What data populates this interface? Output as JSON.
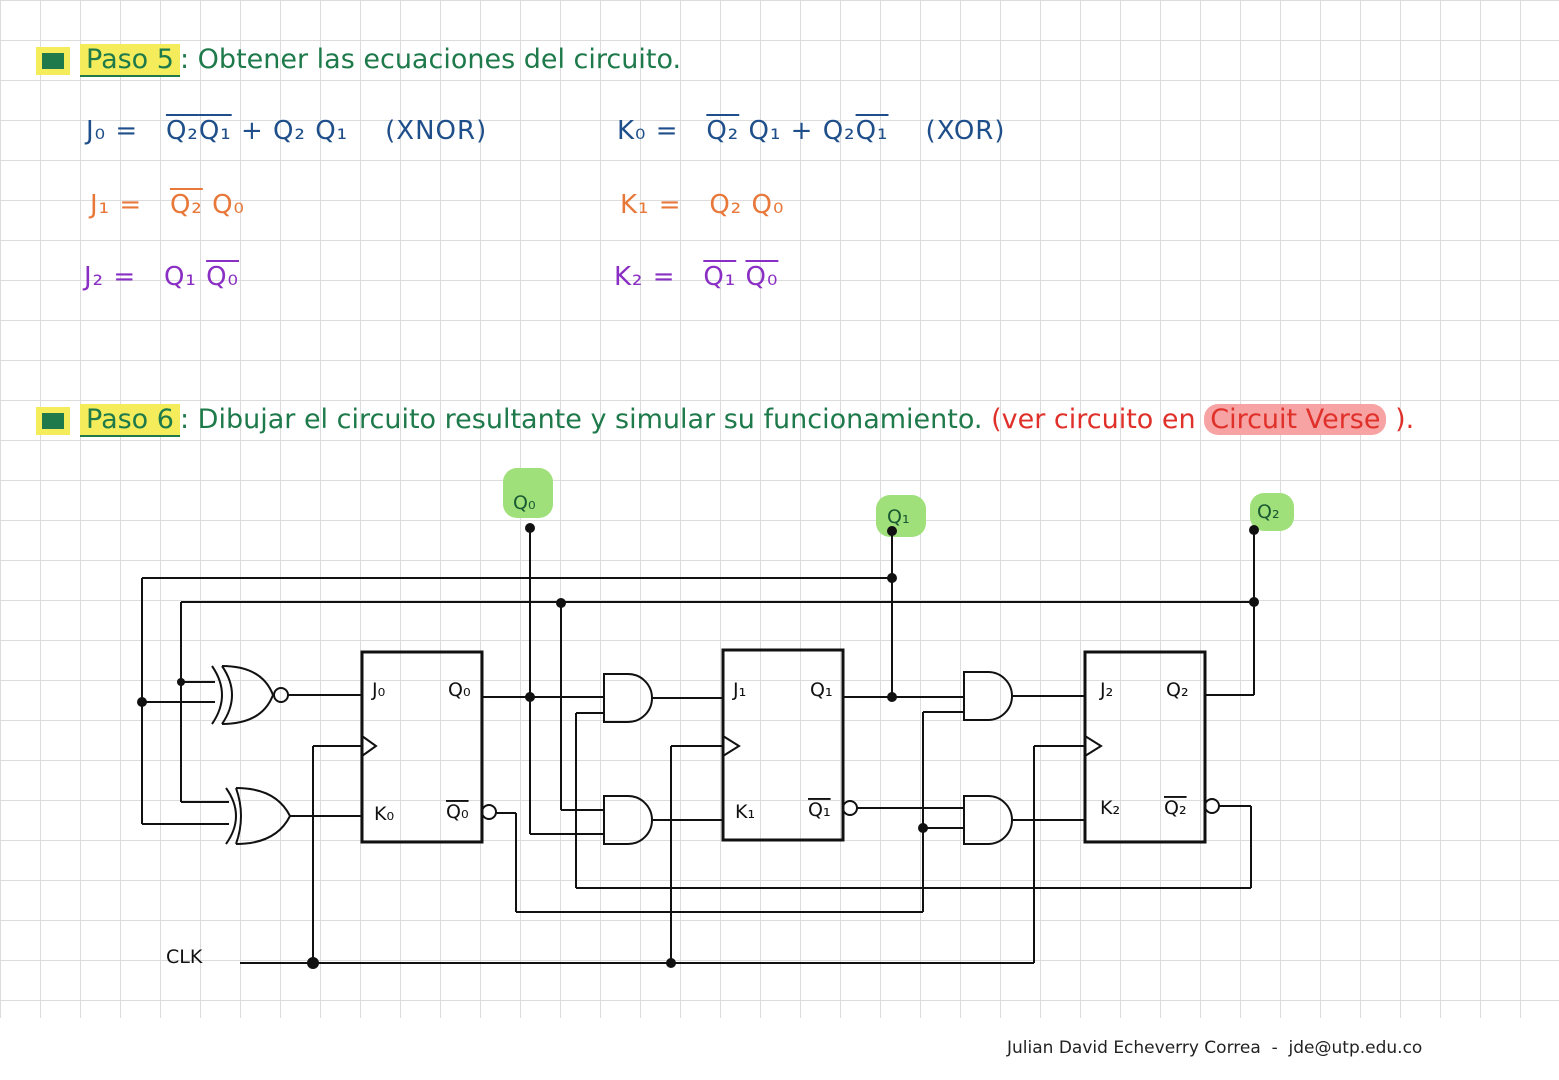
{
  "step5": {
    "label": "Paso 5",
    "sep": ":",
    "title": "Obtener las ecuaciones del circuito."
  },
  "equations": {
    "j0": {
      "lhs": "J₀ =",
      "t1": "Q₂",
      "t2": "Q₁",
      "plus": "+",
      "t3": "Q₂ Q₁",
      "note": "(XNOR)"
    },
    "k0": {
      "lhs": "K₀ =",
      "t1": "Q₂",
      "t2": "Q₁",
      "plus": "+",
      "t3": "Q₂",
      "t4": "Q₁",
      "note": "(XOR)"
    },
    "j1": {
      "lhs": "J₁ =",
      "t1": "Q₂",
      "t2": "Q₀"
    },
    "k1": {
      "lhs": "K₁ =",
      "t1": "Q₂ Q₀"
    },
    "j2": {
      "lhs": "J₂ =",
      "t1": "Q₁",
      "t2": "Q₀"
    },
    "k2": {
      "lhs": "K₂ =",
      "t1": "Q₁",
      "t2": "Q₀"
    }
  },
  "step6": {
    "label": "Paso 6",
    "sep": ":",
    "title": "Dibujar el circuito resultante y simular su funcionamiento.",
    "note_open": "(ver circuito en",
    "note_link": "Circuit Verse",
    "note_close": ")."
  },
  "circuit": {
    "outputs": [
      "Q₀",
      "Q₁",
      "Q₂"
    ],
    "ff0": {
      "j": "J₀",
      "k": "K₀",
      "q": "Q₀",
      "qbar": "Q₀"
    },
    "ff1": {
      "j": "J₁",
      "k": "K₁",
      "q": "Q₁",
      "qbar": "Q₁"
    },
    "ff2": {
      "j": "J₂",
      "k": "K₂",
      "q": "Q₂",
      "qbar": "Q₂"
    },
    "clk": "CLK"
  },
  "footer": {
    "author": "Julian David Echeverry Correa",
    "sep": "-",
    "email": "jde@utp.edu.co"
  },
  "colors": {
    "heading": "#1e7a4a",
    "highlight": "#f4ec5a",
    "eq0": "#1f4f8a",
    "eq1": "#e8783a",
    "eq2": "#8a2fc4",
    "link": "#e0302a",
    "output_highlight": "#9fe07a"
  }
}
